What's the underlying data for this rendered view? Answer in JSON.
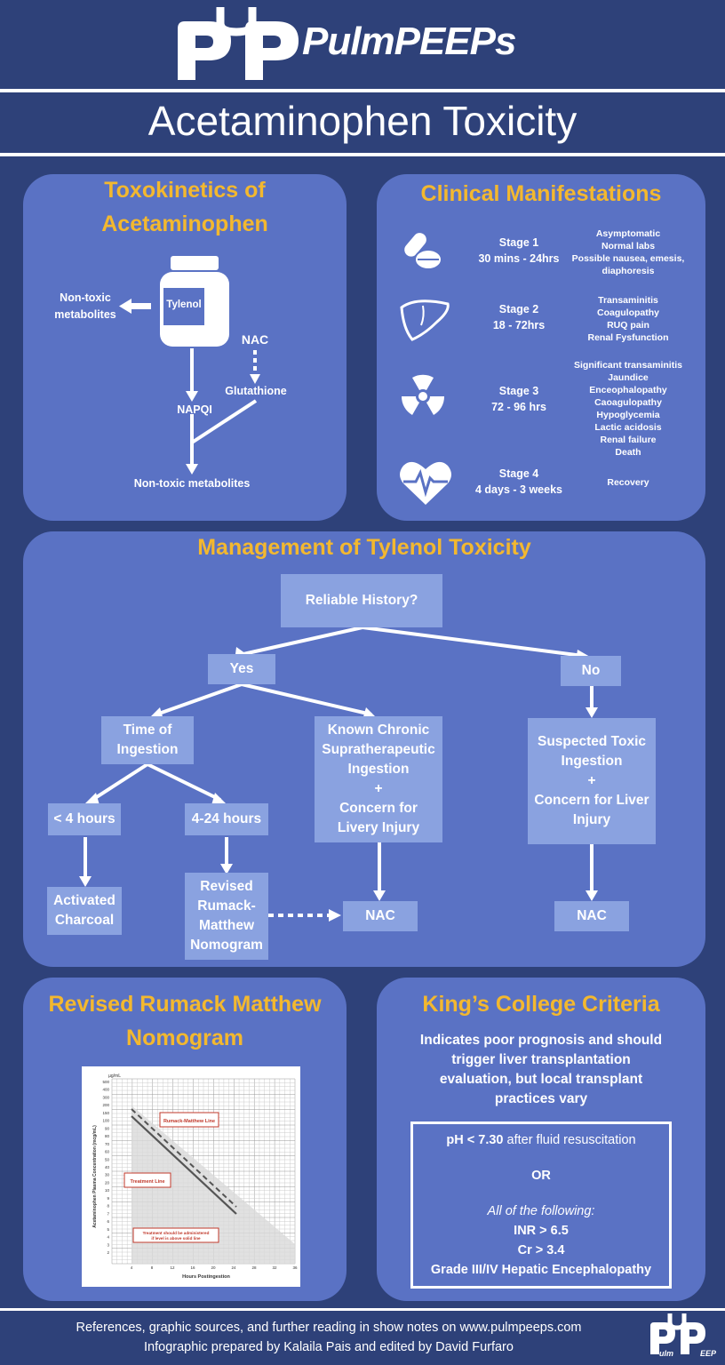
{
  "header": {
    "logo_text": "PulmPEEPs",
    "title": "Acetaminophen Toxicity"
  },
  "toxokinetics": {
    "title_line1": "Toxokinetics of",
    "title_line2": "Acetaminophen",
    "bottle_label": "Tylenol",
    "nontoxic_left_line1": "Non-toxic",
    "nontoxic_left_line2": "metabolites",
    "nac": "NAC",
    "glutathione": "Glutathione",
    "napqi": "NAPQI",
    "nontoxic_bottom": "Non-toxic metabolites"
  },
  "clinical": {
    "title": "Clinical Manifestations",
    "stages": [
      {
        "icon": "pills-icon",
        "name": "Stage 1",
        "time": "30 mins - 24hrs",
        "lines": [
          "Asymptomatic",
          "Normal labs",
          "Possible nausea, emesis,",
          "diaphoresis"
        ]
      },
      {
        "icon": "liver-icon",
        "name": "Stage 2",
        "time": "18 - 72hrs",
        "lines": [
          "Transaminitis",
          "Coagulopathy",
          "RUQ pain",
          "Renal Fysfunction"
        ]
      },
      {
        "icon": "radiation-icon",
        "name": "Stage 3",
        "time": "72 - 96 hrs",
        "lines": [
          "Significant transaminitis",
          "Jaundice",
          "Enceophalopathy",
          "Caoagulopathy",
          "Hypoglycemia",
          "Lactic acidosis",
          "Renal failure",
          "Death"
        ]
      },
      {
        "icon": "heartbeat-icon",
        "name": "Stage 4",
        "time": "4 days - 3 weeks",
        "lines": [
          "Recovery"
        ]
      }
    ]
  },
  "management": {
    "title": "Management of Tylenol Toxicity",
    "reliable_history": "Reliable History?",
    "yes": "Yes",
    "no": "No",
    "time_of_ingestion": [
      "Time of",
      "Ingestion"
    ],
    "known_chronic": [
      "Known Chronic",
      "Supratherapeutic",
      "Ingestion",
      "+",
      "Concern for",
      "Livery Injury"
    ],
    "suspected_toxic": [
      "Suspected Toxic",
      "Ingestion",
      "+",
      "Concern for Liver",
      "Injury"
    ],
    "lt4": "< 4 hours",
    "h4_24": "4-24 hours",
    "activated_charcoal": [
      "Activated",
      "Charcoal"
    ],
    "revised_nomogram": [
      "Revised",
      "Rumack-",
      "Matthew",
      "Nomogram"
    ],
    "nac1": "NAC",
    "nac2": "NAC"
  },
  "nomogram": {
    "title_line1": "Revised Rumack Matthew",
    "title_line2": "Nomogram",
    "ylabel": "Acetaminophen Plasma Concentration (mcg/mL)",
    "xlabel": "Hours Postingestion",
    "yunit": "µg/mL",
    "y_ticks": [
      "500",
      "400",
      "300",
      "200",
      "150",
      "100",
      "90",
      "80",
      "70",
      "60",
      "50",
      "40",
      "30",
      "20",
      "10",
      "9",
      "8",
      "7",
      "6",
      "5",
      "4",
      "3",
      "2"
    ],
    "x_ticks": [
      "4",
      "8",
      "12",
      "16",
      "20",
      "24",
      "28",
      "32",
      "36"
    ],
    "label_rm": "Rumack-Matthew Line",
    "label_treatment": "Treatment Line",
    "label_note_line1": "Treatment should be administered",
    "label_note_line2": "if level is above solid line"
  },
  "kings": {
    "title": "King’s College Criteria",
    "intro": [
      "Indicates poor prognosis and should",
      "trigger liver transplantation",
      "evaluation, but local transplant",
      "practices vary"
    ],
    "ph_bold": "pH < 7.30",
    "ph_rest": " after fluid resuscitation",
    "or": "OR",
    "all_following": "All of the following:",
    "inr": "INR > 6.5",
    "cr": "Cr > 3.4",
    "grade": "Grade III/IV Hepatic Encephalopathy"
  },
  "footer": {
    "line1": "References, graphic sources, and further reading in show notes on www.pulmpeeps.com",
    "line2": "Infographic prepared by Kalaila Pais and edited by David Furfaro",
    "logo_text": "PulmPEEPs"
  }
}
